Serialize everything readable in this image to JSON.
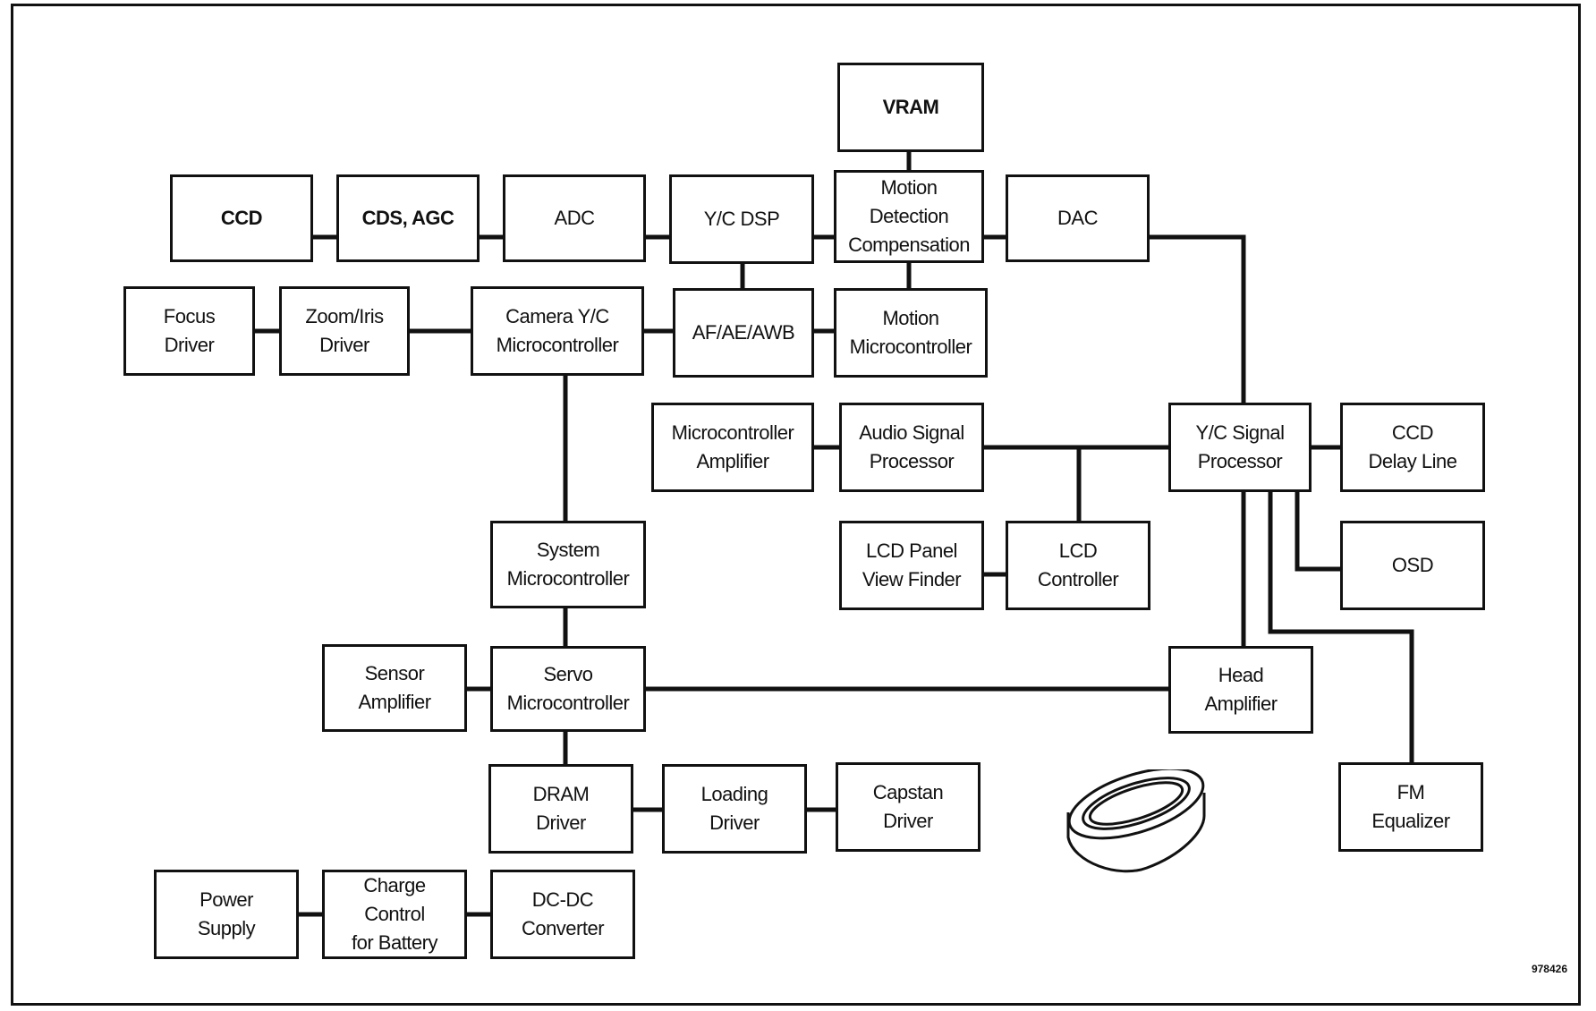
{
  "blocks": {
    "vram": "VRAM",
    "ccd": "CCD",
    "cds_agc": "CDS, AGC",
    "adc": "ADC",
    "yc_dsp": "Y/C DSP",
    "motion_detection": "Motion\nDetection\nCompensation",
    "dac": "DAC",
    "focus_driver": "Focus\nDriver",
    "zoom_iris_driver": "Zoom/Iris\nDriver",
    "camera_yc_micro": "Camera Y/C\nMicrocontroller",
    "af_ae_awb": "AF/AE/AWB",
    "motion_micro": "Motion\nMicrocontroller",
    "micro_amplifier": "Microcontroller\nAmplifier",
    "audio_signal_processor": "Audio Signal\nProcessor",
    "yc_signal_processor": "Y/C Signal\nProcessor",
    "ccd_delay_line": "CCD\nDelay Line",
    "lcd_panel": "LCD Panel\nView Finder",
    "lcd_controller": "LCD\nController",
    "osd": "OSD",
    "system_micro": "System\nMicrocontroller",
    "sensor_amplifier": "Sensor\nAmplifier",
    "servo_micro": "Servo\nMicrocontroller",
    "head_amplifier": "Head\nAmplifier",
    "dram_driver": "DRAM\nDriver",
    "loading_driver": "Loading\nDriver",
    "capstan_driver": "Capstan\nDriver",
    "fm_equalizer": "FM\nEqualizer",
    "power_supply": "Power\nSupply",
    "charge_control": "Charge\nControl\nfor Battery",
    "dcdc_converter": "DC-DC\nConverter"
  },
  "doc_id": "978426",
  "icons": {
    "tape_reel": "tape-reel-icon"
  }
}
